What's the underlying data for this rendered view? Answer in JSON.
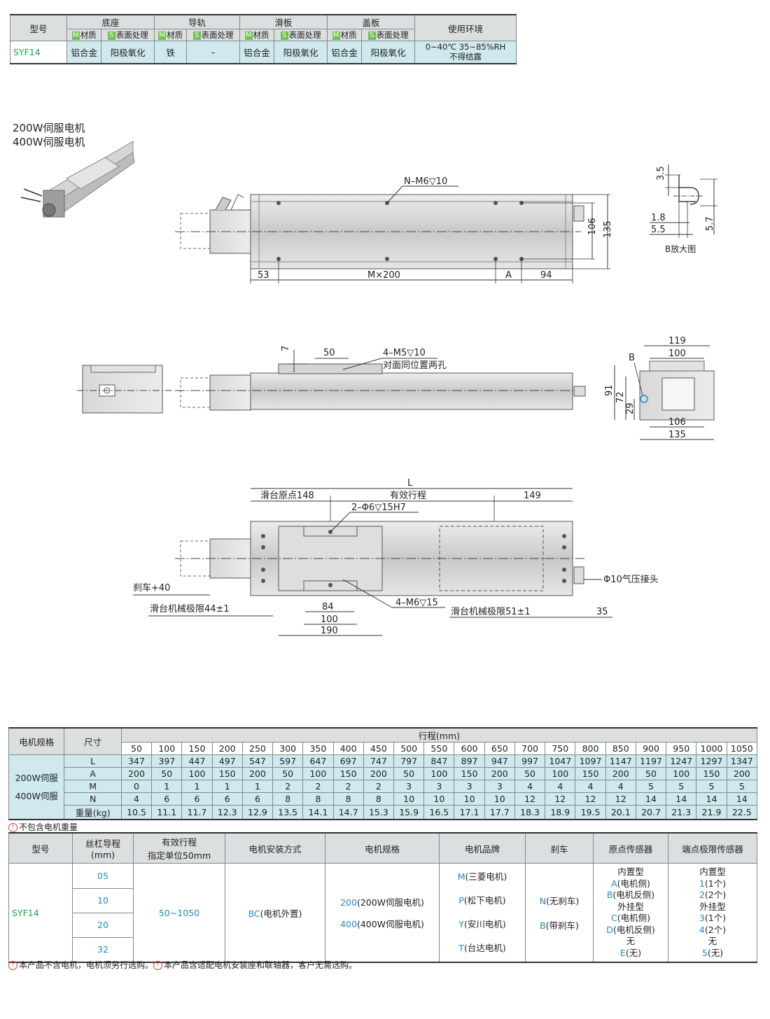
{
  "material": {
    "h_model": "型号",
    "h_base": "底座",
    "h_rail": "导轨",
    "h_slider": "滑板",
    "h_cover": "盖板",
    "h_env": "使用环境",
    "sub_m": "材质",
    "sub_s": "表面处理",
    "tag_m": "M",
    "tag_s": "S",
    "model": "SYF14",
    "values": [
      "铝合金",
      "阳极氧化",
      "铁",
      "–",
      "铝合金",
      "阳极氧化",
      "铝合金",
      "阳极氧化"
    ],
    "env_line1": "0~40℃  35~85%RH",
    "env_line2": "不得结露"
  },
  "drawings": {
    "motor_line1": "200W伺服电机",
    "motor_line2": "400W伺服电机",
    "v1": {
      "n_holes": "N–M6▽10",
      "d53": "53",
      "dM": "M×200",
      "dA": "A",
      "d94": "94",
      "d106": "106",
      "d135": "135"
    },
    "detail": {
      "d35": "3.5",
      "d18": "1.8",
      "d55": "5.5",
      "d57": "5.7",
      "caption": "B放大图"
    },
    "v2": {
      "d7": "7",
      "d50": "50",
      "holes": "4–M5▽10",
      "holes_note": "对面同位置两孔"
    },
    "end": {
      "d119": "119",
      "d100": "100",
      "d91": "91",
      "d72": "72",
      "d29": "29",
      "d106": "106",
      "d135": "135",
      "label_b": "B"
    },
    "v3": {
      "L": "L",
      "origin": "滑台原点148",
      "stroke": "有效行程",
      "d149": "149",
      "pin": "2–Φ6▽15H7",
      "brake": "刹车+40",
      "limit44": "滑台机械极限44±1",
      "m6": "4–M6▽15",
      "limit51": "滑台机械极限51±1",
      "d35": "35",
      "air": "Φ10气压接头",
      "d84": "84",
      "d100": "100",
      "d190": "190"
    }
  },
  "dims": {
    "h_motor": "电机规格",
    "h_size": "尺寸",
    "h_stroke": "行程(mm)",
    "group1": "200W伺服",
    "group2": "400W伺服",
    "strokes": [
      "50",
      "100",
      "150",
      "200",
      "250",
      "300",
      "350",
      "400",
      "450",
      "500",
      "550",
      "600",
      "650",
      "700",
      "750",
      "800",
      "850",
      "900",
      "950",
      "1000",
      "1050"
    ],
    "rows": [
      {
        "label": "L",
        "values": [
          "347",
          "397",
          "447",
          "497",
          "547",
          "597",
          "647",
          "697",
          "747",
          "797",
          "847",
          "897",
          "947",
          "997",
          "1047",
          "1097",
          "1147",
          "1197",
          "1247",
          "1297",
          "1347"
        ]
      },
      {
        "label": "A",
        "values": [
          "200",
          "50",
          "100",
          "150",
          "200",
          "50",
          "100",
          "150",
          "200",
          "50",
          "100",
          "150",
          "200",
          "50",
          "100",
          "150",
          "200",
          "50",
          "100",
          "150",
          "200"
        ]
      },
      {
        "label": "M",
        "values": [
          "0",
          "1",
          "1",
          "1",
          "1",
          "2",
          "2",
          "2",
          "2",
          "3",
          "3",
          "3",
          "3",
          "4",
          "4",
          "4",
          "4",
          "5",
          "5",
          "5",
          "5"
        ]
      },
      {
        "label": "N",
        "values": [
          "4",
          "6",
          "6",
          "6",
          "6",
          "8",
          "8",
          "8",
          "8",
          "10",
          "10",
          "10",
          "10",
          "12",
          "12",
          "12",
          "12",
          "14",
          "14",
          "14",
          "14"
        ]
      },
      {
        "label": "重量(kg)",
        "values": [
          "10.5",
          "11.1",
          "11.7",
          "12.3",
          "12.9",
          "13.5",
          "14.1",
          "14.7",
          "15.3",
          "15.9",
          "16.5",
          "17.1",
          "17.7",
          "18.3",
          "18.9",
          "19.5",
          "20.1",
          "20.7",
          "21.3",
          "21.9",
          "22.5"
        ]
      }
    ],
    "note": "不包含电机重量"
  },
  "order": {
    "h_model": "型号",
    "h_lead": "丝杠导程",
    "h_lead2": "(mm)",
    "h_stroke": "有效行程",
    "h_stroke2": "指定单位50mm",
    "h_mount": "电机安装方式",
    "h_spec": "电机规格",
    "h_brand": "电机品牌",
    "h_brake": "刹车",
    "h_origin": "原点传感器",
    "h_limit": "端点极限传感器",
    "model": "SYF14",
    "leads": [
      "05",
      "10",
      "20",
      "32"
    ],
    "stroke_range": "50~1050",
    "mount_code": "BC",
    "mount_text": "(电机外置)",
    "spec": [
      {
        "code": "200",
        "text": "(200W伺服电机)"
      },
      {
        "code": "400",
        "text": "(400W伺服电机)"
      }
    ],
    "brands": [
      {
        "code": "M",
        "text": "(三菱电机)"
      },
      {
        "code": "P",
        "text": "(松下电机)"
      },
      {
        "code": "Y",
        "text": "(安川电机)"
      },
      {
        "code": "T",
        "text": "(台达电机)"
      }
    ],
    "brakes": [
      {
        "code": "N",
        "text": "(无刹车)"
      },
      {
        "code": "B",
        "text": "(带刹车)"
      }
    ],
    "origin": {
      "t1": "内置型",
      "a_code": "A",
      "a_text": "(电机侧)",
      "b_code": "B",
      "b_text": "(电机反侧)",
      "t2": "外挂型",
      "c_code": "C",
      "c_text": "(电机侧)",
      "d_code": "D",
      "d_text": "(电机反侧)",
      "t3": "无",
      "e_code": "E",
      "e_text": "(无)"
    },
    "limit": {
      "t1": "内置型",
      "c1": "1",
      "x1": "(1个)",
      "c2": "2",
      "x2": "(2个)",
      "t2": "外挂型",
      "c3": "3",
      "x3": "(1个)",
      "c4": "4",
      "x4": "(2个)",
      "t3": "无",
      "c5": "5",
      "x5": "(无)"
    }
  },
  "footnote_a": "本产品不含电机，电机须另行选购。",
  "footnote_b": "本产品含适配电机安装座和联轴器，客户无需选购。",
  "info_icon": "!"
}
